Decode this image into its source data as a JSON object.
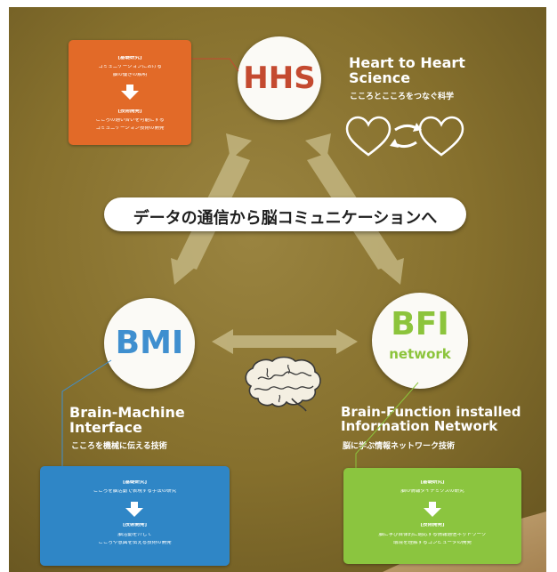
{
  "colors": {
    "hhs_red": "#c44a30",
    "bmi_blue": "#3f8fcf",
    "bfi_green": "#8cc43c",
    "orange_box": "#e26a28",
    "blue_box": "#2f86c6",
    "green_box": "#8bc53f",
    "background_olive": "#8a7430",
    "connector_arrow": "#c9bd8a"
  },
  "icons": {
    "hearts": "two-hearts-exchange-icon",
    "brain": "brain-icon"
  },
  "banner": {
    "text": "データの通信から脳コミュニケーションへ"
  },
  "hhs": {
    "circle_label": "HHS",
    "title_line1": "Heart to Heart",
    "title_line2": "Science",
    "subtitle": "こころとこころをつなぐ科学",
    "box": {
      "basic_tag": "[基礎研究]",
      "basic_line1": "コミュニケーションにおける",
      "basic_line2": "脳の働きの解明",
      "tech_tag": "[技術開発]",
      "tech_line1": "こころの通い合いを可能にする",
      "tech_line2": "コミュニケーション技術の開発"
    }
  },
  "bmi": {
    "circle_label": "BMI",
    "title_line1": "Brain-Machine",
    "title_line2": "Interface",
    "subtitle": "こころを機械に伝える技術",
    "box": {
      "basic_tag": "[基礎研究]",
      "basic_line1": "こころを脳活動で表現する手法の研究",
      "tech_tag": "[技術開発]",
      "tech_line1": "脳活動を介して",
      "tech_line2": "こころや意図を伝える技術の開発"
    }
  },
  "bfi": {
    "circle_label_line1": "BFI",
    "circle_label_line2": "network",
    "title_line1": "Brain-Function installed",
    "title_line2": "Information Network",
    "subtitle": "脳に学ぶ情報ネットワーク技術",
    "box": {
      "basic_tag": "[基礎研究]",
      "basic_line1": "脳の情報ダイナミクスの研究",
      "tech_tag": "[技術開発]",
      "tech_line1": "脳に学び自律的に適応する情報通信ネットワーク",
      "tech_line2": "環境を理解するコンピュータの開発"
    }
  }
}
